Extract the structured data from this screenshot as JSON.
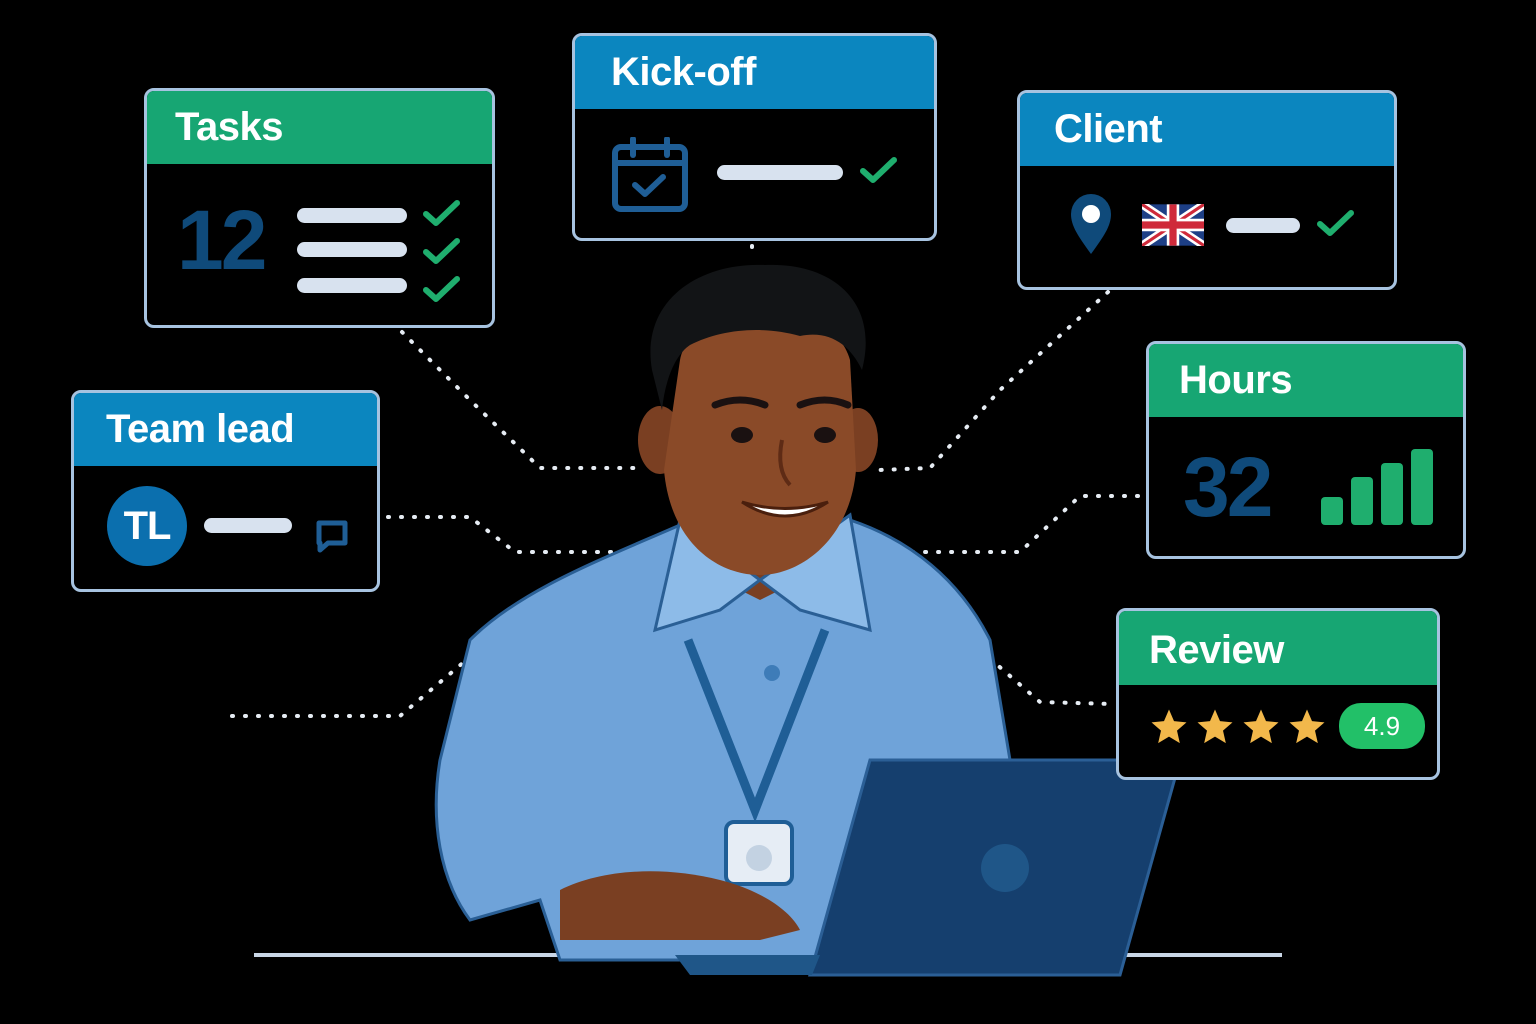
{
  "cards": {
    "tasks": {
      "title": "Tasks",
      "count": "12"
    },
    "kickoff": {
      "title": "Kick-off"
    },
    "client": {
      "title": "Client"
    },
    "team_lead": {
      "title": "Team lead",
      "initials": "TL"
    },
    "hours": {
      "title": "Hours",
      "count": "32"
    },
    "review": {
      "title": "Review",
      "rating": "4.9",
      "stars": 4
    }
  },
  "colors": {
    "green_header": "#17a673",
    "blue_header": "#0b86bf",
    "card_border": "#a7c3e0",
    "dark_number": "#0f4a7a",
    "check_green": "#1fae6e",
    "star": "#f2b84b",
    "rating_badge": "#22c068"
  },
  "icons": [
    "check-icon",
    "calendar-icon",
    "location-pin-icon",
    "uk-flag-icon",
    "chat-icon",
    "bar-chart-icon",
    "star-icon"
  ]
}
